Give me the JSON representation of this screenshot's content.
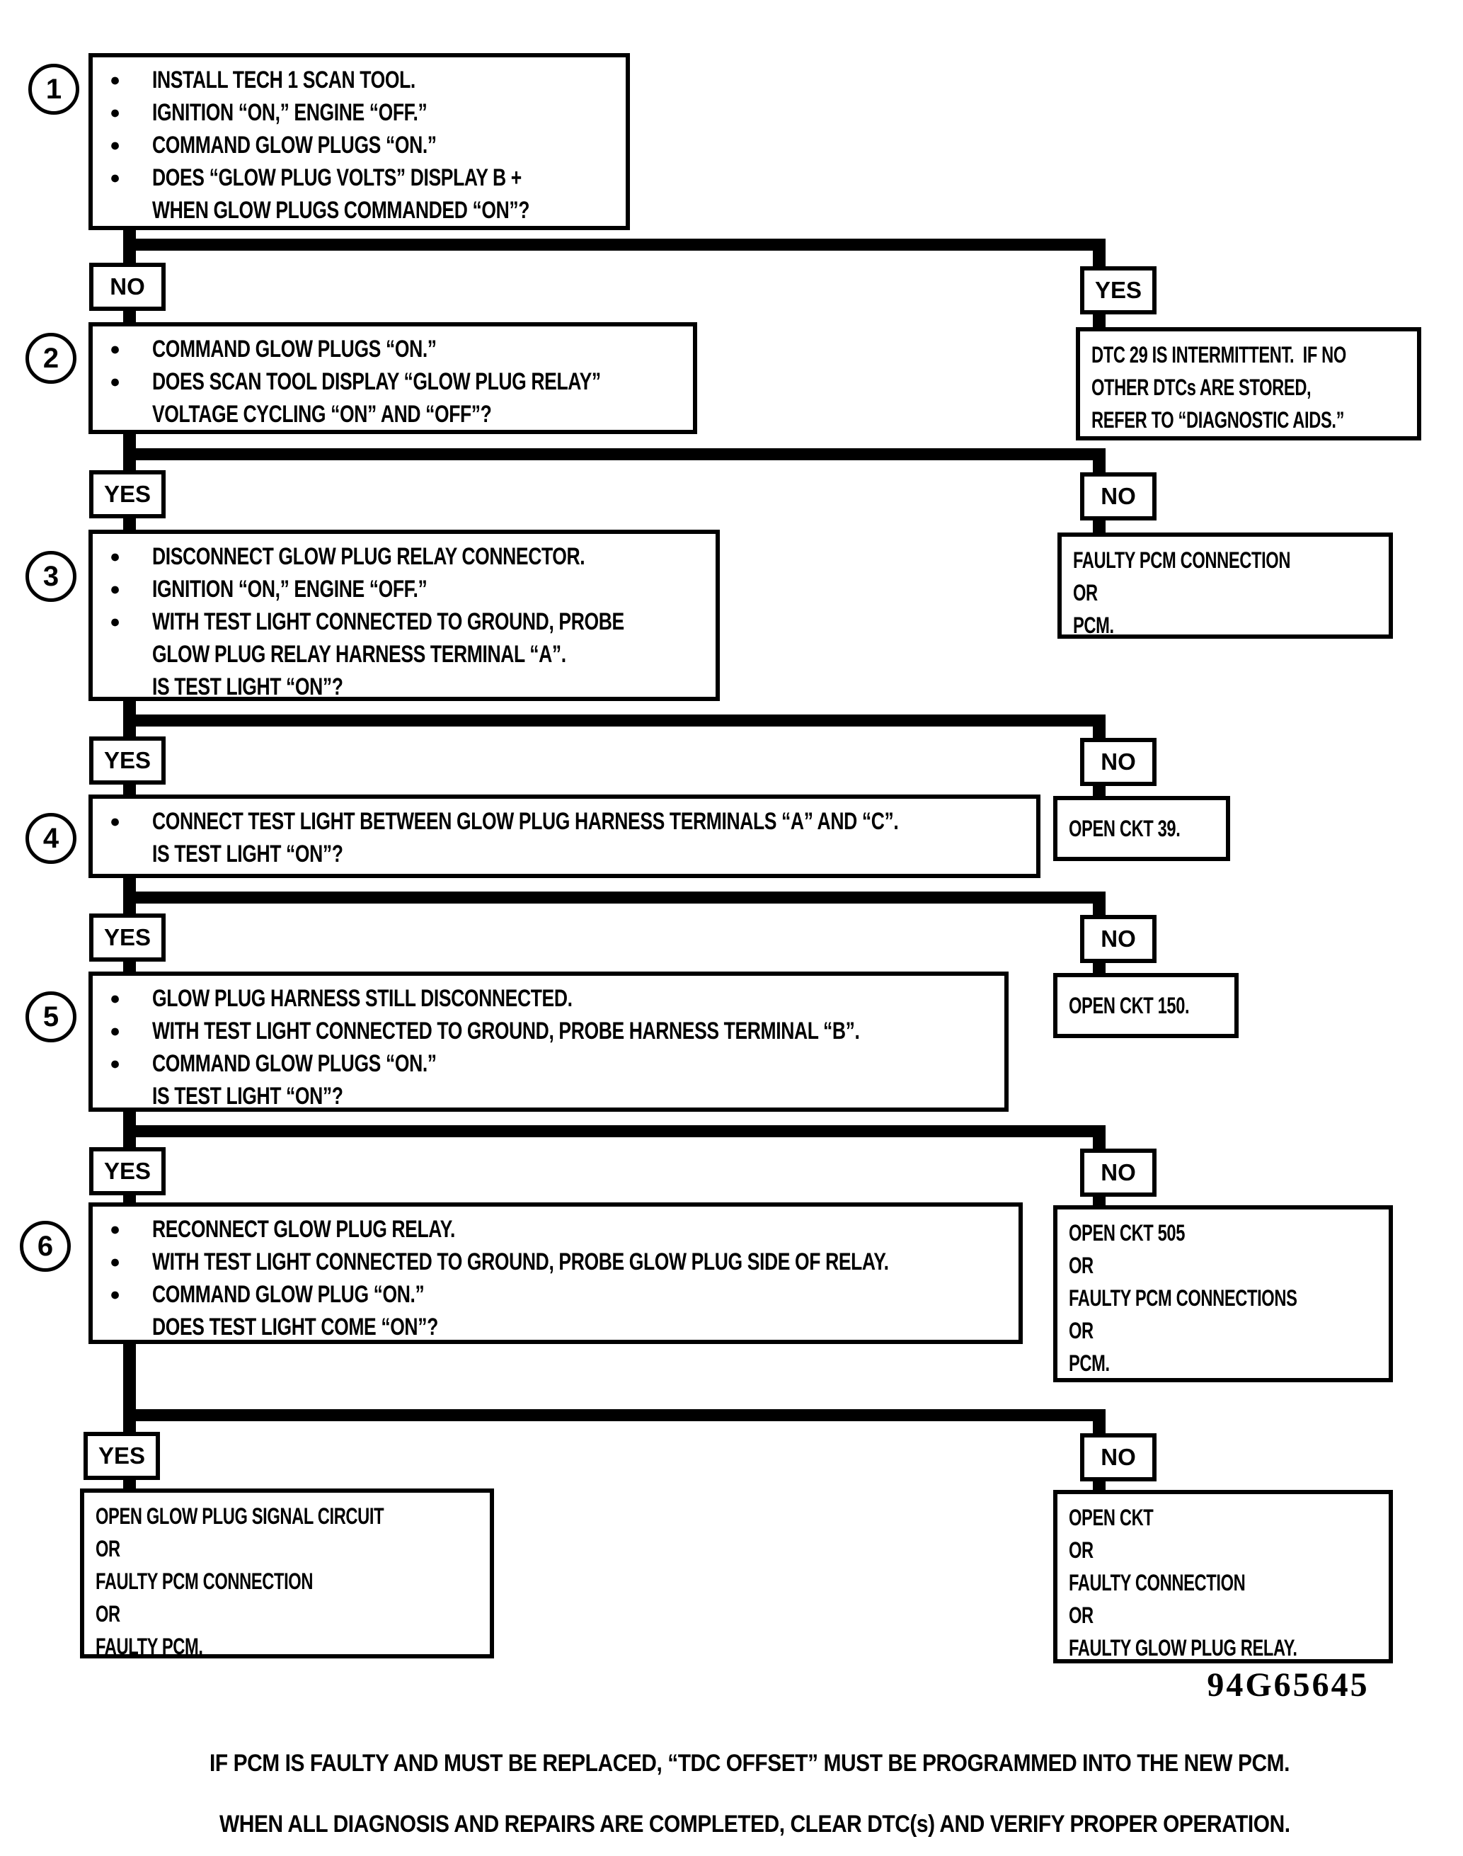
{
  "labels": {
    "yes": "YES",
    "no": "NO"
  },
  "steps": [
    {
      "number": "1",
      "lines": [
        {
          "bullet": true,
          "text": "INSTALL TECH 1 SCAN TOOL."
        },
        {
          "bullet": true,
          "text": "IGNITION “ON,” ENGINE “OFF.”"
        },
        {
          "bullet": true,
          "text": "COMMAND GLOW PLUGS “ON.”"
        },
        {
          "bullet": true,
          "text": "DOES “GLOW PLUG VOLTS” DISPLAY B +"
        },
        {
          "bullet": false,
          "text": "WHEN GLOW PLUGS COMMANDED “ON”?"
        }
      ]
    },
    {
      "number": "2",
      "lines": [
        {
          "bullet": true,
          "text": "COMMAND GLOW PLUGS “ON.”"
        },
        {
          "bullet": true,
          "text": "DOES SCAN TOOL DISPLAY “GLOW PLUG RELAY”"
        },
        {
          "bullet": false,
          "text": "VOLTAGE CYCLING “ON” AND “OFF”?"
        }
      ]
    },
    {
      "number": "3",
      "lines": [
        {
          "bullet": true,
          "text": "DISCONNECT GLOW PLUG RELAY CONNECTOR."
        },
        {
          "bullet": true,
          "text": "IGNITION “ON,” ENGINE “OFF.”"
        },
        {
          "bullet": true,
          "text": "WITH TEST LIGHT CONNECTED TO GROUND, PROBE"
        },
        {
          "bullet": false,
          "text": "GLOW PLUG RELAY HARNESS TERMINAL “A”."
        },
        {
          "bullet": false,
          "text": "IS TEST LIGHT “ON”?"
        }
      ]
    },
    {
      "number": "4",
      "lines": [
        {
          "bullet": true,
          "text": "CONNECT TEST LIGHT BETWEEN GLOW PLUG HARNESS TERMINALS “A” AND “C”."
        },
        {
          "bullet": false,
          "text": "IS TEST LIGHT “ON”?"
        }
      ]
    },
    {
      "number": "5",
      "lines": [
        {
          "bullet": true,
          "text": "GLOW PLUG HARNESS STILL DISCONNECTED."
        },
        {
          "bullet": true,
          "text": "WITH TEST LIGHT CONNECTED TO GROUND, PROBE HARNESS TERMINAL “B”."
        },
        {
          "bullet": true,
          "text": "COMMAND GLOW PLUGS “ON.”"
        },
        {
          "bullet": false,
          "text": "IS TEST LIGHT “ON”?"
        }
      ]
    },
    {
      "number": "6",
      "lines": [
        {
          "bullet": true,
          "text": "RECONNECT GLOW PLUG RELAY."
        },
        {
          "bullet": true,
          "text": "WITH TEST LIGHT CONNECTED TO GROUND, PROBE GLOW PLUG SIDE OF RELAY."
        },
        {
          "bullet": true,
          "text": "COMMAND GLOW PLUG “ON.”"
        },
        {
          "bullet": false,
          "text": "DOES TEST LIGHT COME “ON”?"
        }
      ]
    }
  ],
  "results": {
    "dtc29": {
      "lines": [
        "DTC 29 IS INTERMITTENT.  IF NO",
        "OTHER DTCs ARE STORED,",
        "REFER TO “DIAGNOSTIC AIDS.”"
      ]
    },
    "faulty_pcm": {
      "lines": [
        "FAULTY PCM CONNECTION",
        "OR",
        "PCM."
      ]
    },
    "open_ckt_39": {
      "lines": [
        "OPEN CKT 39."
      ]
    },
    "open_ckt_150": {
      "lines": [
        "OPEN CKT 150."
      ]
    },
    "open_ckt_505": {
      "lines": [
        "OPEN CKT 505",
        "OR",
        "FAULTY PCM CONNECTIONS",
        "OR",
        "PCM."
      ]
    },
    "open_signal_circuit": {
      "lines": [
        "OPEN GLOW PLUG SIGNAL CIRCUIT",
        "OR",
        "FAULTY PCM CONNECTION",
        "OR",
        "FAULTY PCM."
      ]
    },
    "open_ckt_relay": {
      "lines": [
        "OPEN CKT",
        "OR",
        "FAULTY CONNECTION",
        "OR",
        "FAULTY GLOW PLUG RELAY."
      ]
    }
  },
  "figure_number": "94G65645",
  "footer": {
    "line1": "IF PCM IS FAULTY AND MUST BE REPLACED, “TDC OFFSET” MUST BE PROGRAMMED INTO THE NEW PCM.",
    "line2": "WHEN ALL DIAGNOSIS AND REPAIRS ARE COMPLETED, CLEAR DTC(s) AND VERIFY PROPER OPERATION."
  }
}
